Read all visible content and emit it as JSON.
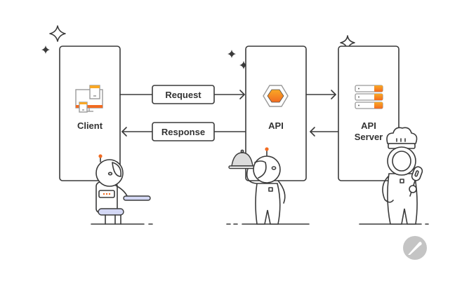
{
  "diagram": {
    "nodes": {
      "client": {
        "label": "Client",
        "icon": "devices-icon"
      },
      "api": {
        "label": "API",
        "icon": "hexagon-icon"
      },
      "api_server": {
        "label_line1": "API",
        "label_line2": "Server",
        "icon": "server-stack-icon"
      }
    },
    "edges": {
      "request": {
        "label": "Request",
        "from": "Client",
        "to": "API"
      },
      "response": {
        "label": "Response",
        "from": "API",
        "to": "Client"
      },
      "api_to_server": {
        "from": "API",
        "to": "API Server"
      },
      "server_to_api": {
        "from": "API Server",
        "to": "API"
      }
    },
    "characters": [
      "astronaut-at-desk",
      "astronaut-waiter-with-cloche",
      "astronaut-chef-with-spatula"
    ],
    "logo": "postman-logo-icon"
  },
  "colors": {
    "stroke": "#3a3a3a",
    "accent_orange": "#f26b21",
    "accent_yellow": "#f9a825",
    "desk_lavender": "#d4d8f5",
    "cloche_gray": "#dcdcdc",
    "logo_gray": "#c4c4c4"
  }
}
